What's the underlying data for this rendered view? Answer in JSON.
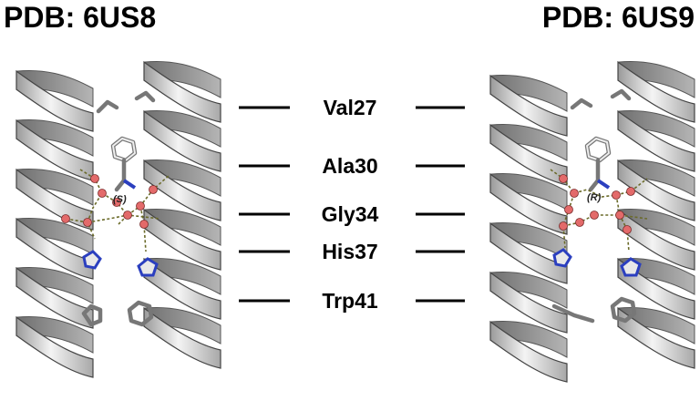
{
  "panels": [
    {
      "title": "PDB: 6US8",
      "stereo": "(S)"
    },
    {
      "title": "PDB: 6US9",
      "stereo": "(R)"
    }
  ],
  "residues": [
    "Val27",
    "Ala30",
    "Gly34",
    "His37",
    "Trp41"
  ],
  "colors": {
    "helix_light": "#f2f2f2",
    "helix_dark": "#8a8a8a",
    "water": "#e36a6a",
    "hbond": "#6b6b2a",
    "nitrogen": "#2b3fbf"
  }
}
